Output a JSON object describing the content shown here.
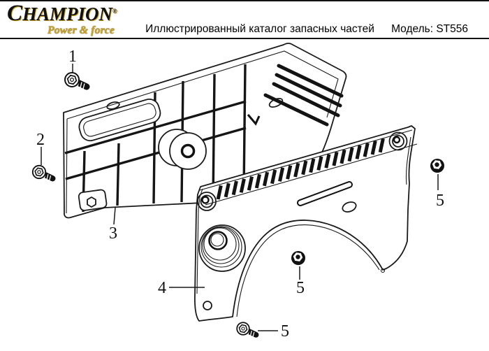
{
  "header": {
    "brand": "CHAMPION",
    "registered_mark": "®",
    "tagline": "Power & force",
    "title": "Иллюстрированный каталог запасных частей",
    "model": "Модель: ST556"
  },
  "colors": {
    "brand_text": "#111111",
    "tagline_gold": "#CFA416",
    "line_art": "#1A1A1A",
    "background": "#FFFFFF"
  },
  "callouts": {
    "c1": "1",
    "c2": "2",
    "c3": "3",
    "c4": "4",
    "c5a": "5",
    "c5b": "5",
    "c5c": "5"
  }
}
